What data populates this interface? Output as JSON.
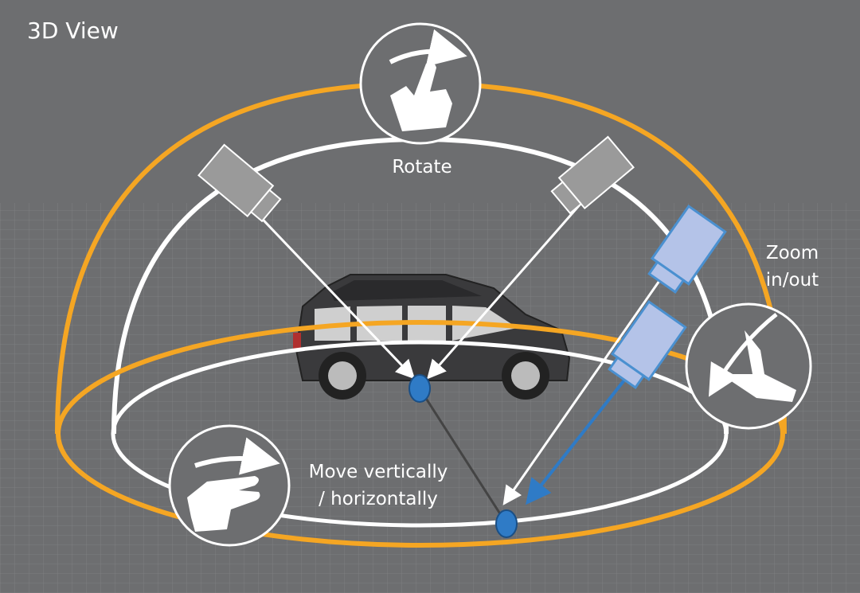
{
  "title": "3D View",
  "labels": {
    "rotate": "Rotate",
    "zoom_line1": "Zoom",
    "zoom_line2": "in/out",
    "move_line1": "Move vertically",
    "move_line2": "/ horizontally"
  },
  "colors": {
    "background": "#6d6e70",
    "orbit_outer": "#f5a623",
    "orbit_inner": "#ffffff",
    "camera_active": "#b4c3e8",
    "camera_active_border": "#4a90d0",
    "camera_inactive": "#9a9a9a",
    "target_point": "#2f7bc6"
  }
}
